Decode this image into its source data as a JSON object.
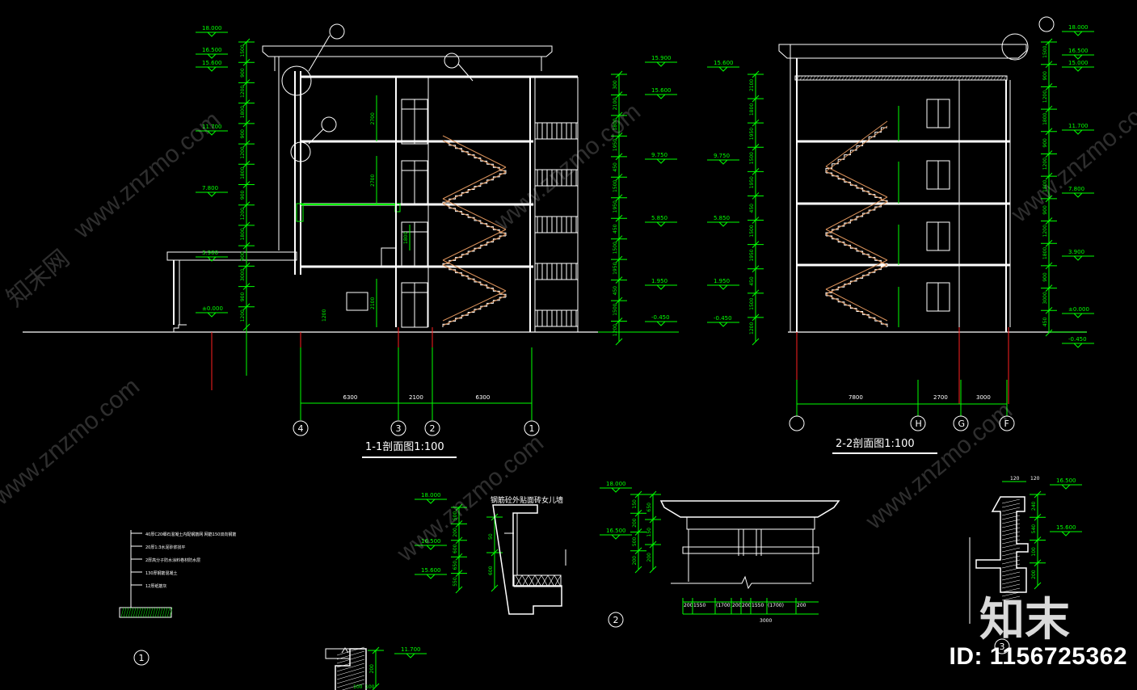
{
  "section_1_1": {
    "title": "1-1剖面图1:100",
    "axes": [
      "4",
      "3",
      "2",
      "1"
    ],
    "spans": [
      "6300",
      "2100",
      "6300"
    ],
    "left_elev": [
      "18.000",
      "16.500",
      "15.600",
      "11.700",
      "7.800",
      "3.900",
      "±0.000"
    ],
    "left_dims": [
      "1500",
      "900",
      "1200",
      "1800",
      "900",
      "1200",
      "1800",
      "900",
      "1200",
      "1800",
      "900",
      "3000",
      "900",
      "1200"
    ],
    "right_elev": [
      "15.900",
      "15.600",
      "9.750",
      "5.850",
      "1.950",
      "-0.450"
    ],
    "right_dims": [
      "300",
      "2100",
      "1800",
      "1950",
      "450",
      "1500",
      "1950",
      "450",
      "1500",
      "1950",
      "450",
      "1500",
      "1200"
    ],
    "inner_dims": [
      "2700",
      "2700",
      "1800",
      "2100"
    ]
  },
  "section_2_2": {
    "title": "2-2剖面图1:100",
    "axes": [
      "",
      "H",
      "G",
      "F"
    ],
    "spans": [
      "7800",
      "2700",
      "3000"
    ],
    "left_elev": [
      "15.600",
      "9.750",
      "5.850",
      "1.950",
      "-0.450"
    ],
    "right_elev": [
      "18.000",
      "16.500",
      "15.000",
      "11.700",
      "7.800",
      "3.900",
      "±0.000",
      "-0.450"
    ],
    "left_dims": [
      "2100",
      "1800",
      "1950",
      "1500",
      "1950",
      "450",
      "1500",
      "1950",
      "450",
      "1500",
      "1200"
    ],
    "right_dims": [
      "1500",
      "900",
      "1200",
      "1800",
      "900",
      "1200",
      "1800",
      "900",
      "1200",
      "1800",
      "900",
      "3000",
      "450"
    ]
  },
  "detail_1": {
    "label": "1",
    "layers": [
      "40厚C20细石混凝土内配钢筋网 网筋150双向钢筋",
      "20厚1:3水泥砂浆找平",
      "2厚高分子防水涂料卷材防水层",
      "130厚钢筋混凝土",
      "12厚纸筋灰"
    ]
  },
  "detail_2": {
    "label": "2",
    "elev": [
      "18.000",
      "16.500"
    ],
    "dims": [
      "150",
      "200",
      "500",
      "200",
      "650",
      "150",
      "200"
    ],
    "bottom_dims": [
      "200",
      "1550",
      "(1700)",
      "200",
      "200",
      "1550",
      "(1700)",
      "200"
    ],
    "total": "3000"
  },
  "detail_3": {
    "label": "3",
    "elev": [
      "16.500",
      "15.600"
    ],
    "dims": [
      "120",
      "120",
      "240",
      "540",
      "100",
      "200"
    ]
  },
  "detail_mid": {
    "title": "钢筋砼外贴面砖女儿墙",
    "elev": [
      "18.000",
      "16.500",
      "15.600"
    ],
    "dims": [
      "500",
      "200",
      "600",
      "650",
      "550",
      "50",
      "600"
    ]
  },
  "detail_bottom": {
    "elev": "11.700",
    "dims": [
      "200",
      "100",
      "100"
    ]
  },
  "watermark": {
    "id_text": "ID: 1156725362",
    "logo_text": "知末",
    "site": "www.znzmo.com",
    "brand": "知末网"
  },
  "colors": {
    "background": "#000000",
    "line": "#ffffff",
    "dim": "#00ff00",
    "axis": "#ff2020",
    "stair": "#d8905a",
    "hatch": "#ffffff"
  }
}
